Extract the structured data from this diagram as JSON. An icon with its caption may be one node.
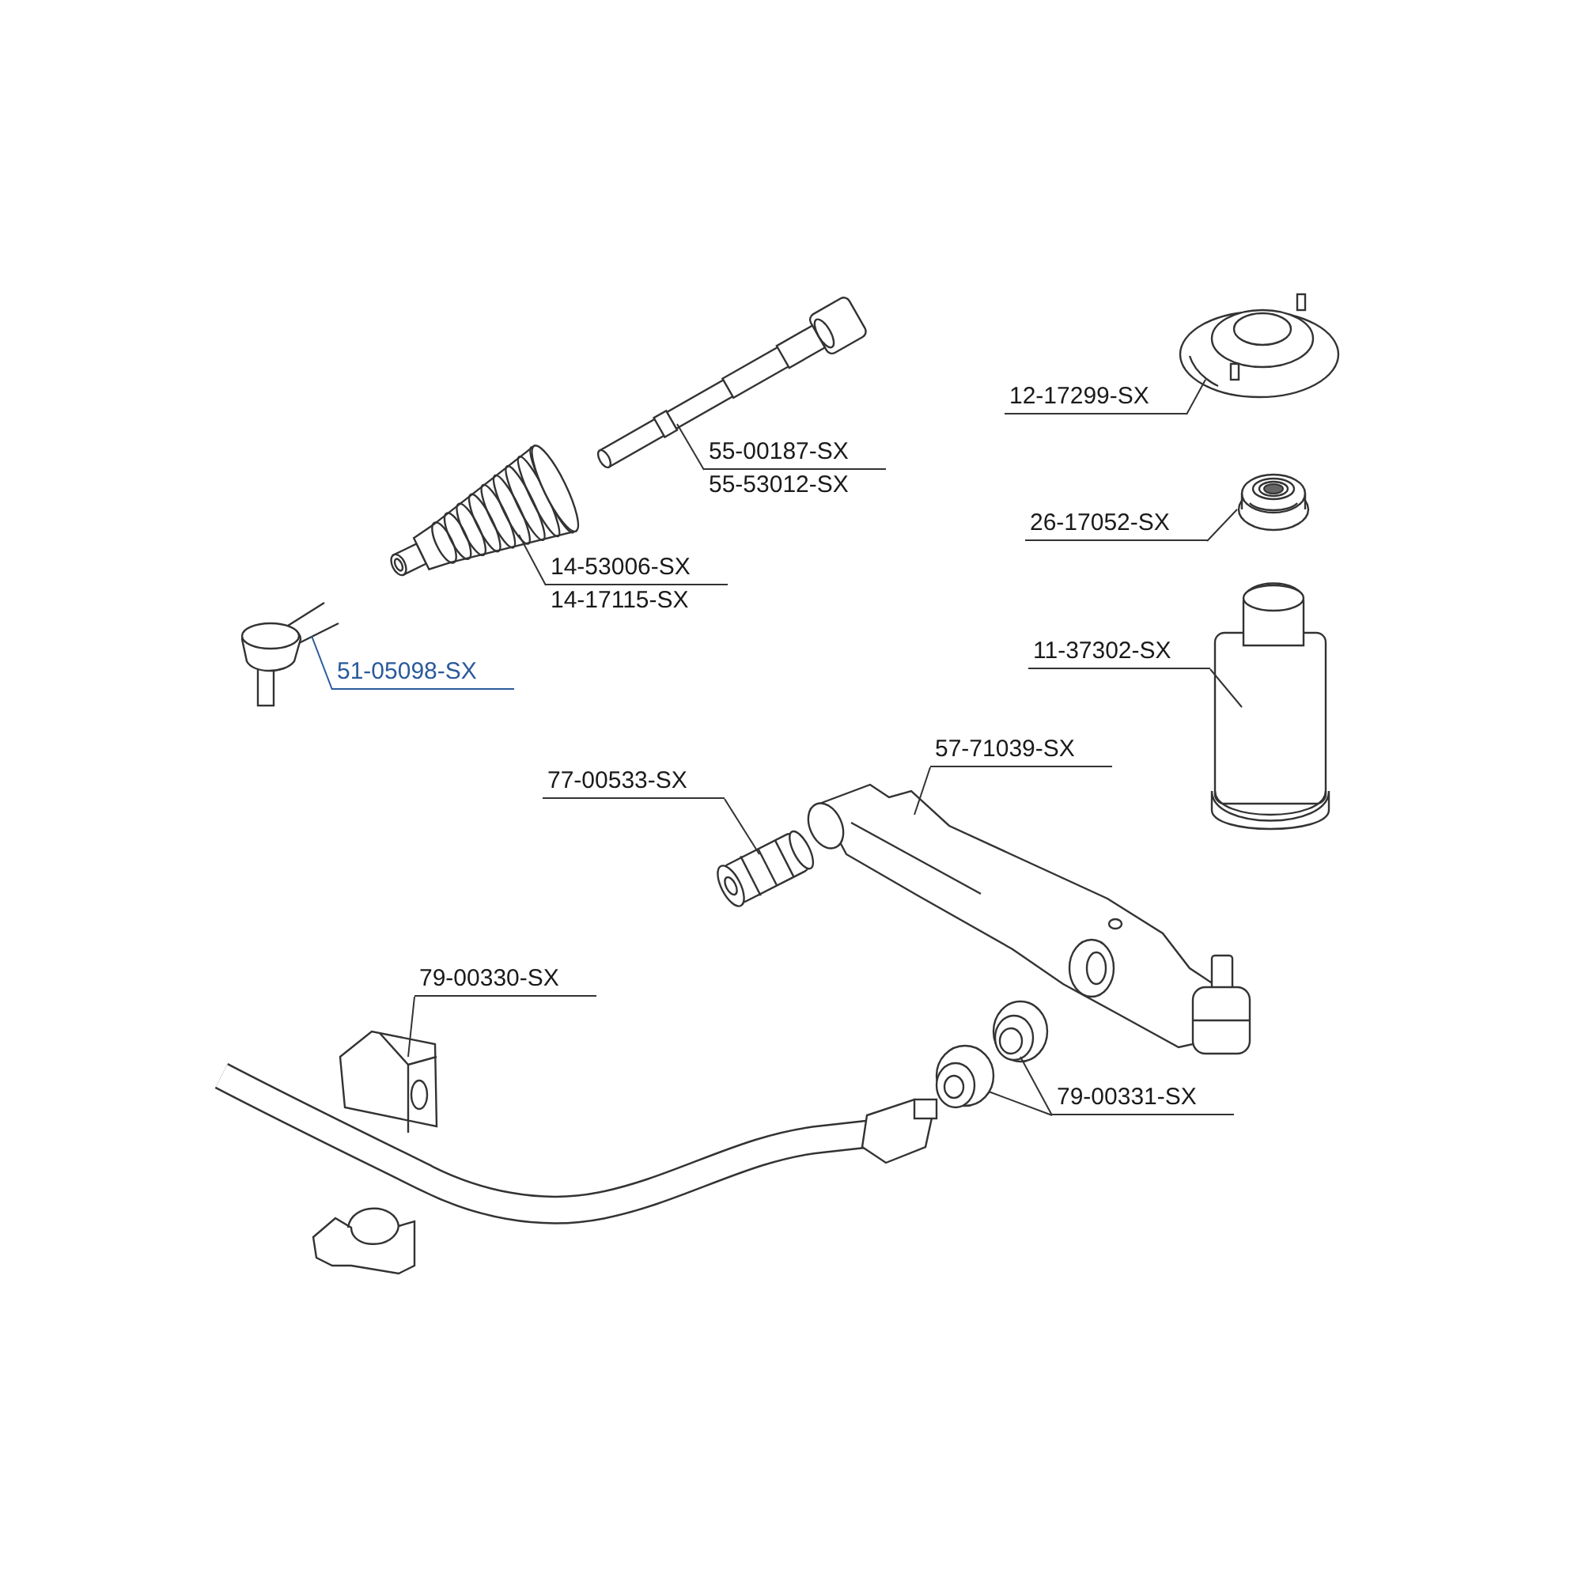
{
  "diagram": {
    "nodes": [
      {
        "text": [],
        "shape": "picture"
      },
      {
        "text": [
          "55-00187-SX",
          "55-53012-SX"
        ]
      },
      {
        "text": [],
        "shape": "picture"
      },
      {
        "text": [
          "12-17299-SX"
        ]
      },
      {
        "text": [],
        "shape": "picture"
      },
      {
        "text": [
          "26-17052-SX"
        ]
      },
      {
        "text": [],
        "shape": "picture"
      },
      {
        "text": [
          "14-53006-SX",
          "14-17115-SX"
        ]
      },
      {
        "text": [],
        "shape": "picture"
      },
      {
        "text": [
          "51-05098-SX"
        ]
      },
      {
        "text": [],
        "shape": "picture"
      },
      {
        "text": [
          "11-37302-SX"
        ]
      },
      {
        "text": [
          "57-71039-SX"
        ]
      },
      {
        "text": [
          "77-00533-SX"
        ]
      },
      {
        "text": [],
        "shape": "picture"
      },
      {
        "text": [],
        "shape": "picture"
      },
      {
        "text": [
          "79-00330-SX"
        ]
      },
      {
        "text": [],
        "shape": "picture"
      },
      {
        "text": [],
        "shape": "picture"
      },
      {
        "text": [],
        "shape": "picture"
      },
      {
        "text": [
          "79-00331-SX"
        ]
      }
    ],
    "edges": [
      {
        "from": 1,
        "to": 0,
        "arrow": "none"
      },
      {
        "from": 3,
        "to": 2,
        "arrow": "none"
      },
      {
        "from": 5,
        "to": 4,
        "arrow": "none"
      },
      {
        "from": 7,
        "to": 6,
        "arrow": "none"
      },
      {
        "from": 9,
        "to": 8,
        "arrow": "none",
        "color": "#2a5a9a"
      },
      {
        "from": 11,
        "to": 10,
        "arrow": "none"
      },
      {
        "from": 12,
        "to": 15,
        "arrow": "none"
      },
      {
        "from": 13,
        "to": 14,
        "arrow": "none"
      },
      {
        "from": 16,
        "to": 17,
        "arrow": "none"
      },
      {
        "from": 20,
        "to": 18,
        "arrow": "none"
      },
      {
        "from": 20,
        "to": 19,
        "arrow": "none"
      }
    ]
  }
}
